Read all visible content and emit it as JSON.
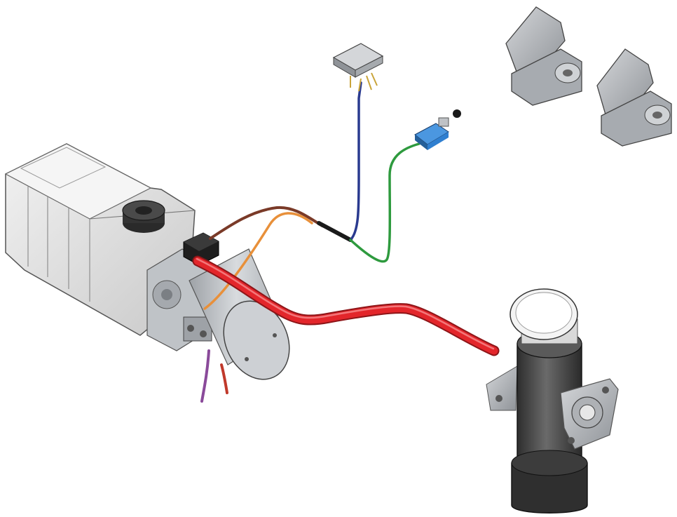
{
  "diagram": {
    "kind": "hydraulic dump-trailer kit, isometric line drawing",
    "components": [
      "reservoir-tank",
      "filler-cap",
      "solenoid",
      "electric-motor",
      "pump-manifold",
      "pressure-hose",
      "hydraulic-cylinder",
      "control-switch",
      "remote-pendant",
      "mounting-bracket-left",
      "mounting-bracket-right"
    ],
    "wire_colors": {
      "pressure_hose": "#e3262b",
      "blue_wire": "#2a3a8f",
      "green_wire": "#2e9a3e",
      "orange_wire": "#e8903a",
      "brown_wire": "#7a3a28",
      "purple_wire": "#8a4a9a",
      "red_wire": "#c0392b",
      "black_sleeve": "#1a1a1a"
    },
    "part_colors": {
      "tank": "#e6e6e6",
      "motor": "#cfd2d6",
      "cylinder": "#4a4a4a",
      "bracket": "#b9bcc0",
      "remote": "#2f7fd0"
    }
  }
}
